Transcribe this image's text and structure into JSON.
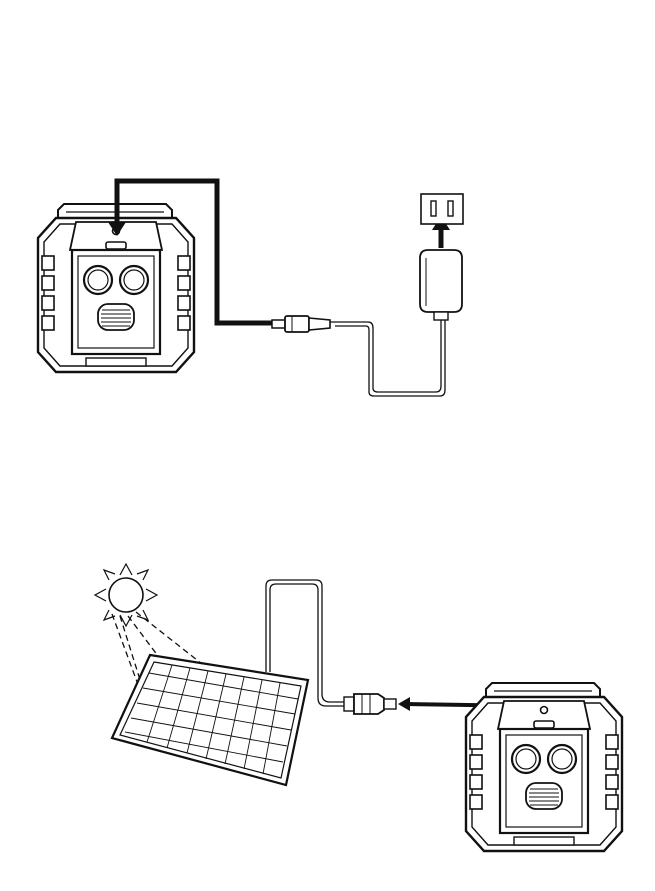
{
  "diagram": {
    "panels": [
      {
        "id": "ac-adapter-charging",
        "components": [
          "device",
          "dc-cable",
          "barrel-plug",
          "ac-adapter",
          "wall-outlet"
        ],
        "arrows": [
          "cable-to-device-port",
          "adapter-to-outlet"
        ]
      },
      {
        "id": "solar-panel-charging",
        "components": [
          "sun",
          "solar-panel",
          "solar-cable",
          "cable-connector",
          "device"
        ],
        "arrows": [
          "sun-rays-to-panel",
          "connector-to-device-port"
        ]
      }
    ],
    "colors": {
      "ink": "#111111",
      "background": "#ffffff"
    }
  }
}
